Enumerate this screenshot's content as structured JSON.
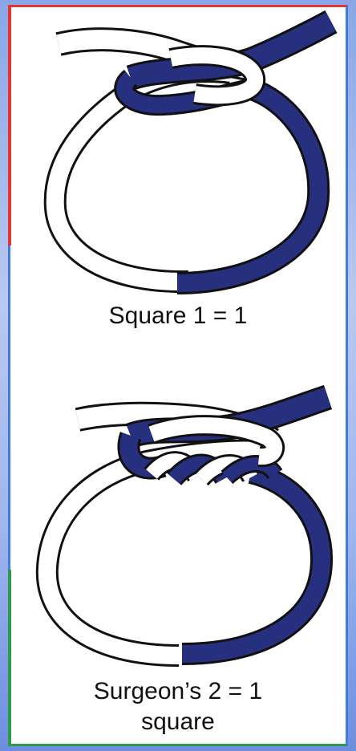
{
  "diagrams": [
    {
      "caption_lines": [
        "Square 1 = 1"
      ]
    },
    {
      "caption_lines": [
        "Surgeon’s 2 = 1",
        "square"
      ]
    }
  ],
  "colors": {
    "rope_dark": "#26307f",
    "rope_light": "#ffffff",
    "outline": "#111111"
  }
}
